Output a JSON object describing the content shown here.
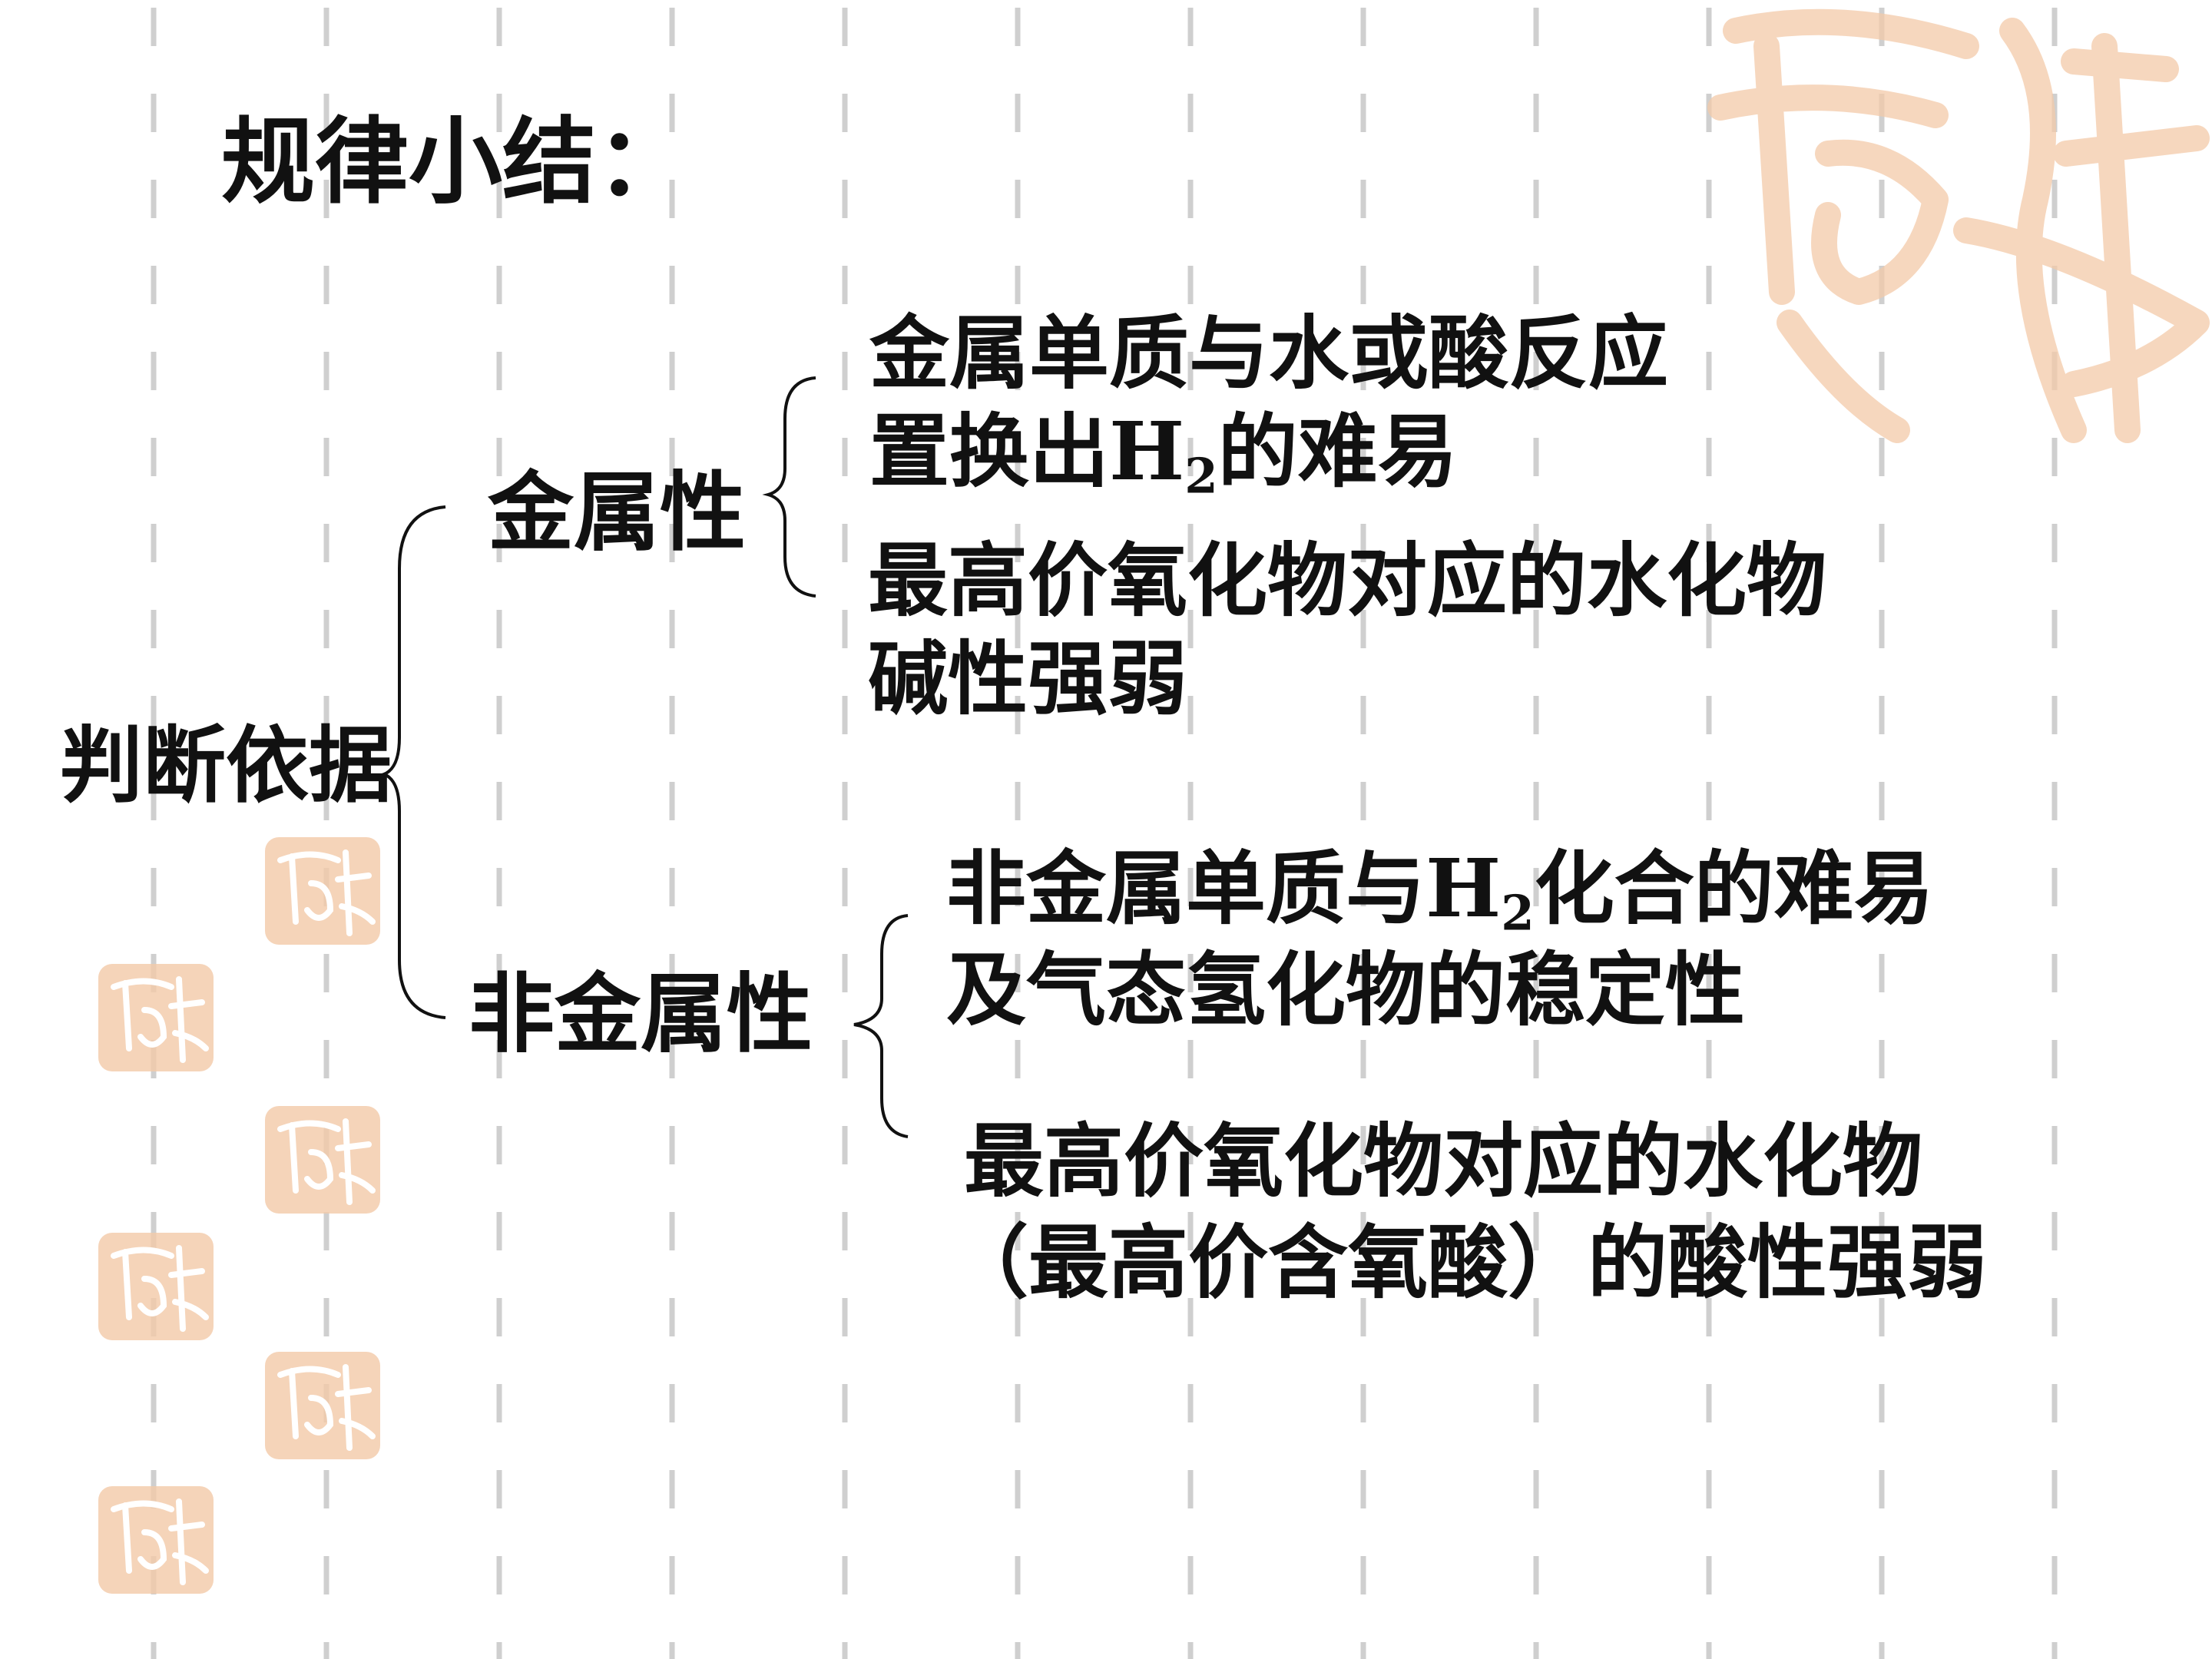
{
  "colors": {
    "text": "#111111",
    "dash": "#cfcfcf",
    "seal": "#f3c9a8"
  },
  "title": "规律小结：",
  "root": "判断依据",
  "metal": {
    "label": "金属性",
    "criteria": [
      {
        "line1": "金属单质与水或酸反应",
        "line2_pre": "置换出H",
        "line2_sub": "2",
        "line2_post": "的难易"
      },
      {
        "line1": "最高价氧化物对应的水化物",
        "line2": "碱性强弱"
      }
    ]
  },
  "nonmetal": {
    "label": "非金属性",
    "criteria": [
      {
        "line1_pre": "非金属单质与H",
        "line1_sub": "2",
        "line1_post": "化合的难易",
        "line2": "及气态氢化物的稳定性"
      },
      {
        "line1": "最高价氧化物对应的水化物",
        "line2": "（最高价含氧酸）的酸性强弱"
      }
    ]
  }
}
